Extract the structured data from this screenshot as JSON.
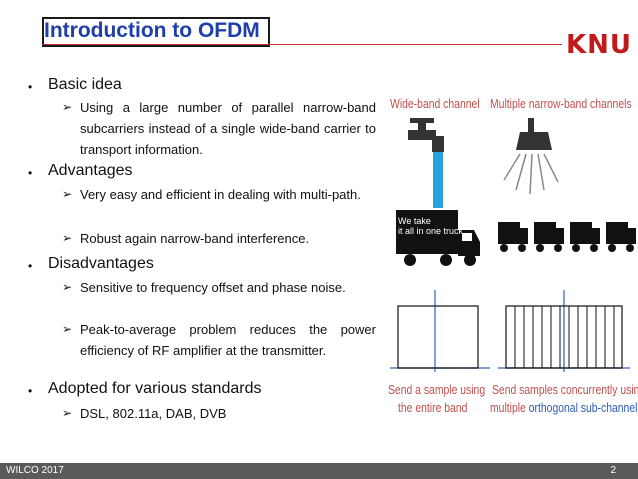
{
  "slide": {
    "title": "Introduction to OFDM",
    "logo_text": "KNU",
    "footer_left": "WILCO 2017",
    "page_number": "2"
  },
  "bullets": [
    {
      "label": "Basic idea",
      "subs": [
        "Using a large number of parallel narrow-band subcarriers instead of a single wide-band carrier to transport information."
      ]
    },
    {
      "label": "Advantages",
      "subs": [
        "Very easy and efficient in dealing with multi-path.",
        "Robust again narrow-band interference."
      ]
    },
    {
      "label": "Disadvantages",
      "subs": [
        "Sensitive to frequency offset and phase noise.",
        "Peak-to-average problem reduces the power efficiency of RF amplifier at the transmitter."
      ]
    },
    {
      "label": "Adopted for various standards",
      "subs": [
        "DSL, 802.11a, DAB, DVB"
      ]
    }
  ],
  "diagram": {
    "wide_band_label": "Wide-band channel",
    "narrow_band_label": "Multiple narrow-band channels",
    "truck_text_line1": "We take",
    "truck_text_line2": "it all in one truck.",
    "caption_left_line1": "Send a sample using",
    "caption_left_line2": "the entire band",
    "caption_right_line1": "Send samples concurrently using",
    "caption_right_line2a": "multiple ",
    "caption_right_line2b": "orthogonal sub-channels"
  },
  "colors": {
    "title": "#1f3fa8",
    "accent": "#c53030",
    "label": "#c0504d",
    "footer": "#5a5a5a",
    "faucet_water": "#29a3e0"
  }
}
